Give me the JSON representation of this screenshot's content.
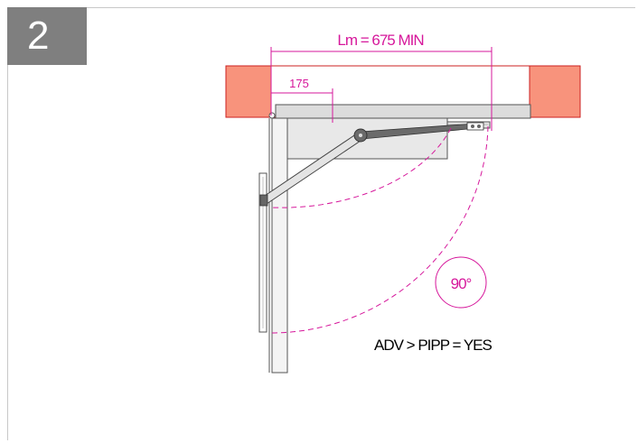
{
  "step": {
    "number": "2"
  },
  "dimensions": {
    "lm_label": "Lm = 675 MIN",
    "offset_label": "175"
  },
  "angle": {
    "label": "90°"
  },
  "condition": {
    "label": "ADV > PIPP = YES"
  },
  "colors": {
    "dimension": "#d6179b",
    "wall": "#f8937c",
    "badge": "#7f7f7f",
    "mechanism": "#595959"
  }
}
